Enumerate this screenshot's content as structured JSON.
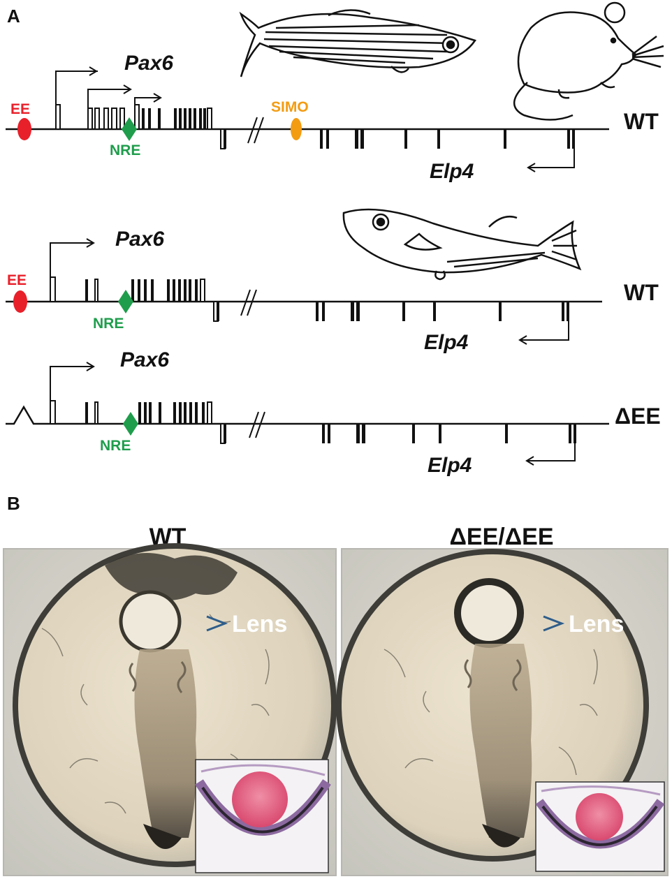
{
  "panel_a": {
    "label": "A",
    "rows": [
      {
        "gene_left": "Pax6",
        "gene_right": "Elp4",
        "genotype": "WT",
        "ee_label": "EE",
        "nre_label": "NRE",
        "simo_label": "SIMO",
        "organism": "zebrafish-and-mouse"
      },
      {
        "gene_left": "Pax6",
        "gene_right": "Elp4",
        "genotype": "WT",
        "ee_label": "EE",
        "nre_label": "NRE",
        "organism": "medaka"
      },
      {
        "gene_left": "Pax6",
        "gene_right": "Elp4",
        "genotype": "ΔEE",
        "nre_label": "NRE"
      }
    ]
  },
  "panel_b": {
    "label": "B",
    "photos": [
      {
        "title": "WT",
        "annotation": "Lens"
      },
      {
        "title": "ΔEE/ΔEE",
        "annotation": "Lens"
      }
    ]
  },
  "colors": {
    "ee": "#e8202a",
    "nre": "#1f9d4c",
    "simo": "#f39c12",
    "lens_arrow": "#2e5d8a",
    "stain_pink": "#e0557e",
    "stain_purple": "#8c6aa0"
  }
}
